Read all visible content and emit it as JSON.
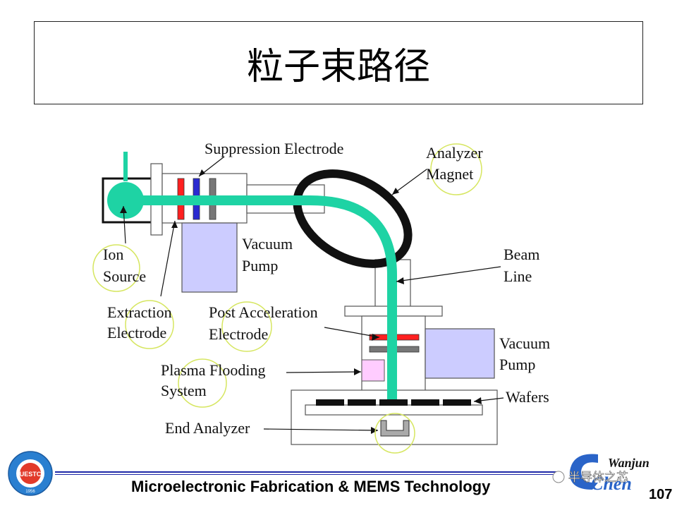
{
  "title": "粒子束路径",
  "labels": {
    "suppression_electrode": "Suppression Electrode",
    "analyzer_magnet_1": "Analyzer",
    "analyzer_magnet_2": "Magnet",
    "vacuum_pump_top_1": "Vacuum",
    "vacuum_pump_top_2": "Pump",
    "ion_source_1": "Ion",
    "ion_source_2": "Source",
    "beam_line_1": "Beam",
    "beam_line_2": "Line",
    "extraction_electrode_1": "Extraction",
    "extraction_electrode_2": "Electrode",
    "post_acceleration_1": "Post Acceleration",
    "post_acceleration_2": "Electrode",
    "vacuum_pump_right_1": "Vacuum",
    "vacuum_pump_right_2": "Pump",
    "plasma_flooding_1": "Plasma Flooding",
    "plasma_flooding_2": "System",
    "wafers": "Wafers",
    "end_analyzer": "End Analyzer"
  },
  "footer": {
    "course": "Microelectronic Fabrication & MEMS Technology",
    "page": "107",
    "left_logo_text": "UESTC",
    "left_logo_year": "1956",
    "right_logo_name": "Wanjun",
    "right_logo_chen": "Chen",
    "watermark": "半导体之芯"
  },
  "colors": {
    "beam": "#1ed3a4",
    "pump": "#ccccff",
    "plasma": "#ffccff",
    "electrode_red": "#ff2020",
    "electrode_blue": "#2a2ad0",
    "electrode_gray": "#777777",
    "footer_blue": "#1f2aa8"
  }
}
